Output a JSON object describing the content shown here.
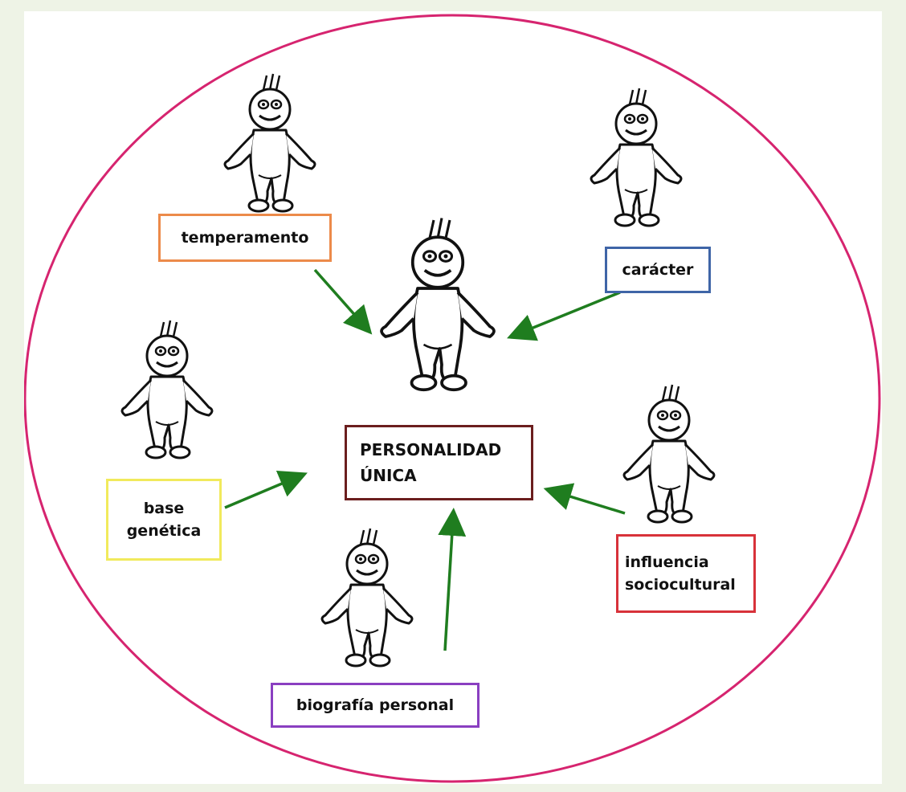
{
  "diagram": {
    "central_label": "PERSONALIDAD\n  ÚNICA",
    "factors": [
      {
        "id": "temperamento",
        "label": "temperamento",
        "border_color": "#ec8a4a"
      },
      {
        "id": "caracter",
        "label": "carácter",
        "border_color": "#3f65a7"
      },
      {
        "id": "base",
        "label": "base\ngenética",
        "border_color": "#f1ea5c"
      },
      {
        "id": "influencia",
        "label": "influencia\nsociocultural",
        "border_color": "#d8323a"
      },
      {
        "id": "biografia",
        "label": "biografía personal",
        "border_color": "#8a3fc1"
      }
    ],
    "central_border_color": "#6b1e1e",
    "circle_color": "#d6246f",
    "arrow_color": "#1f7d1f",
    "figure_icon": "cartoon-person-icon"
  }
}
